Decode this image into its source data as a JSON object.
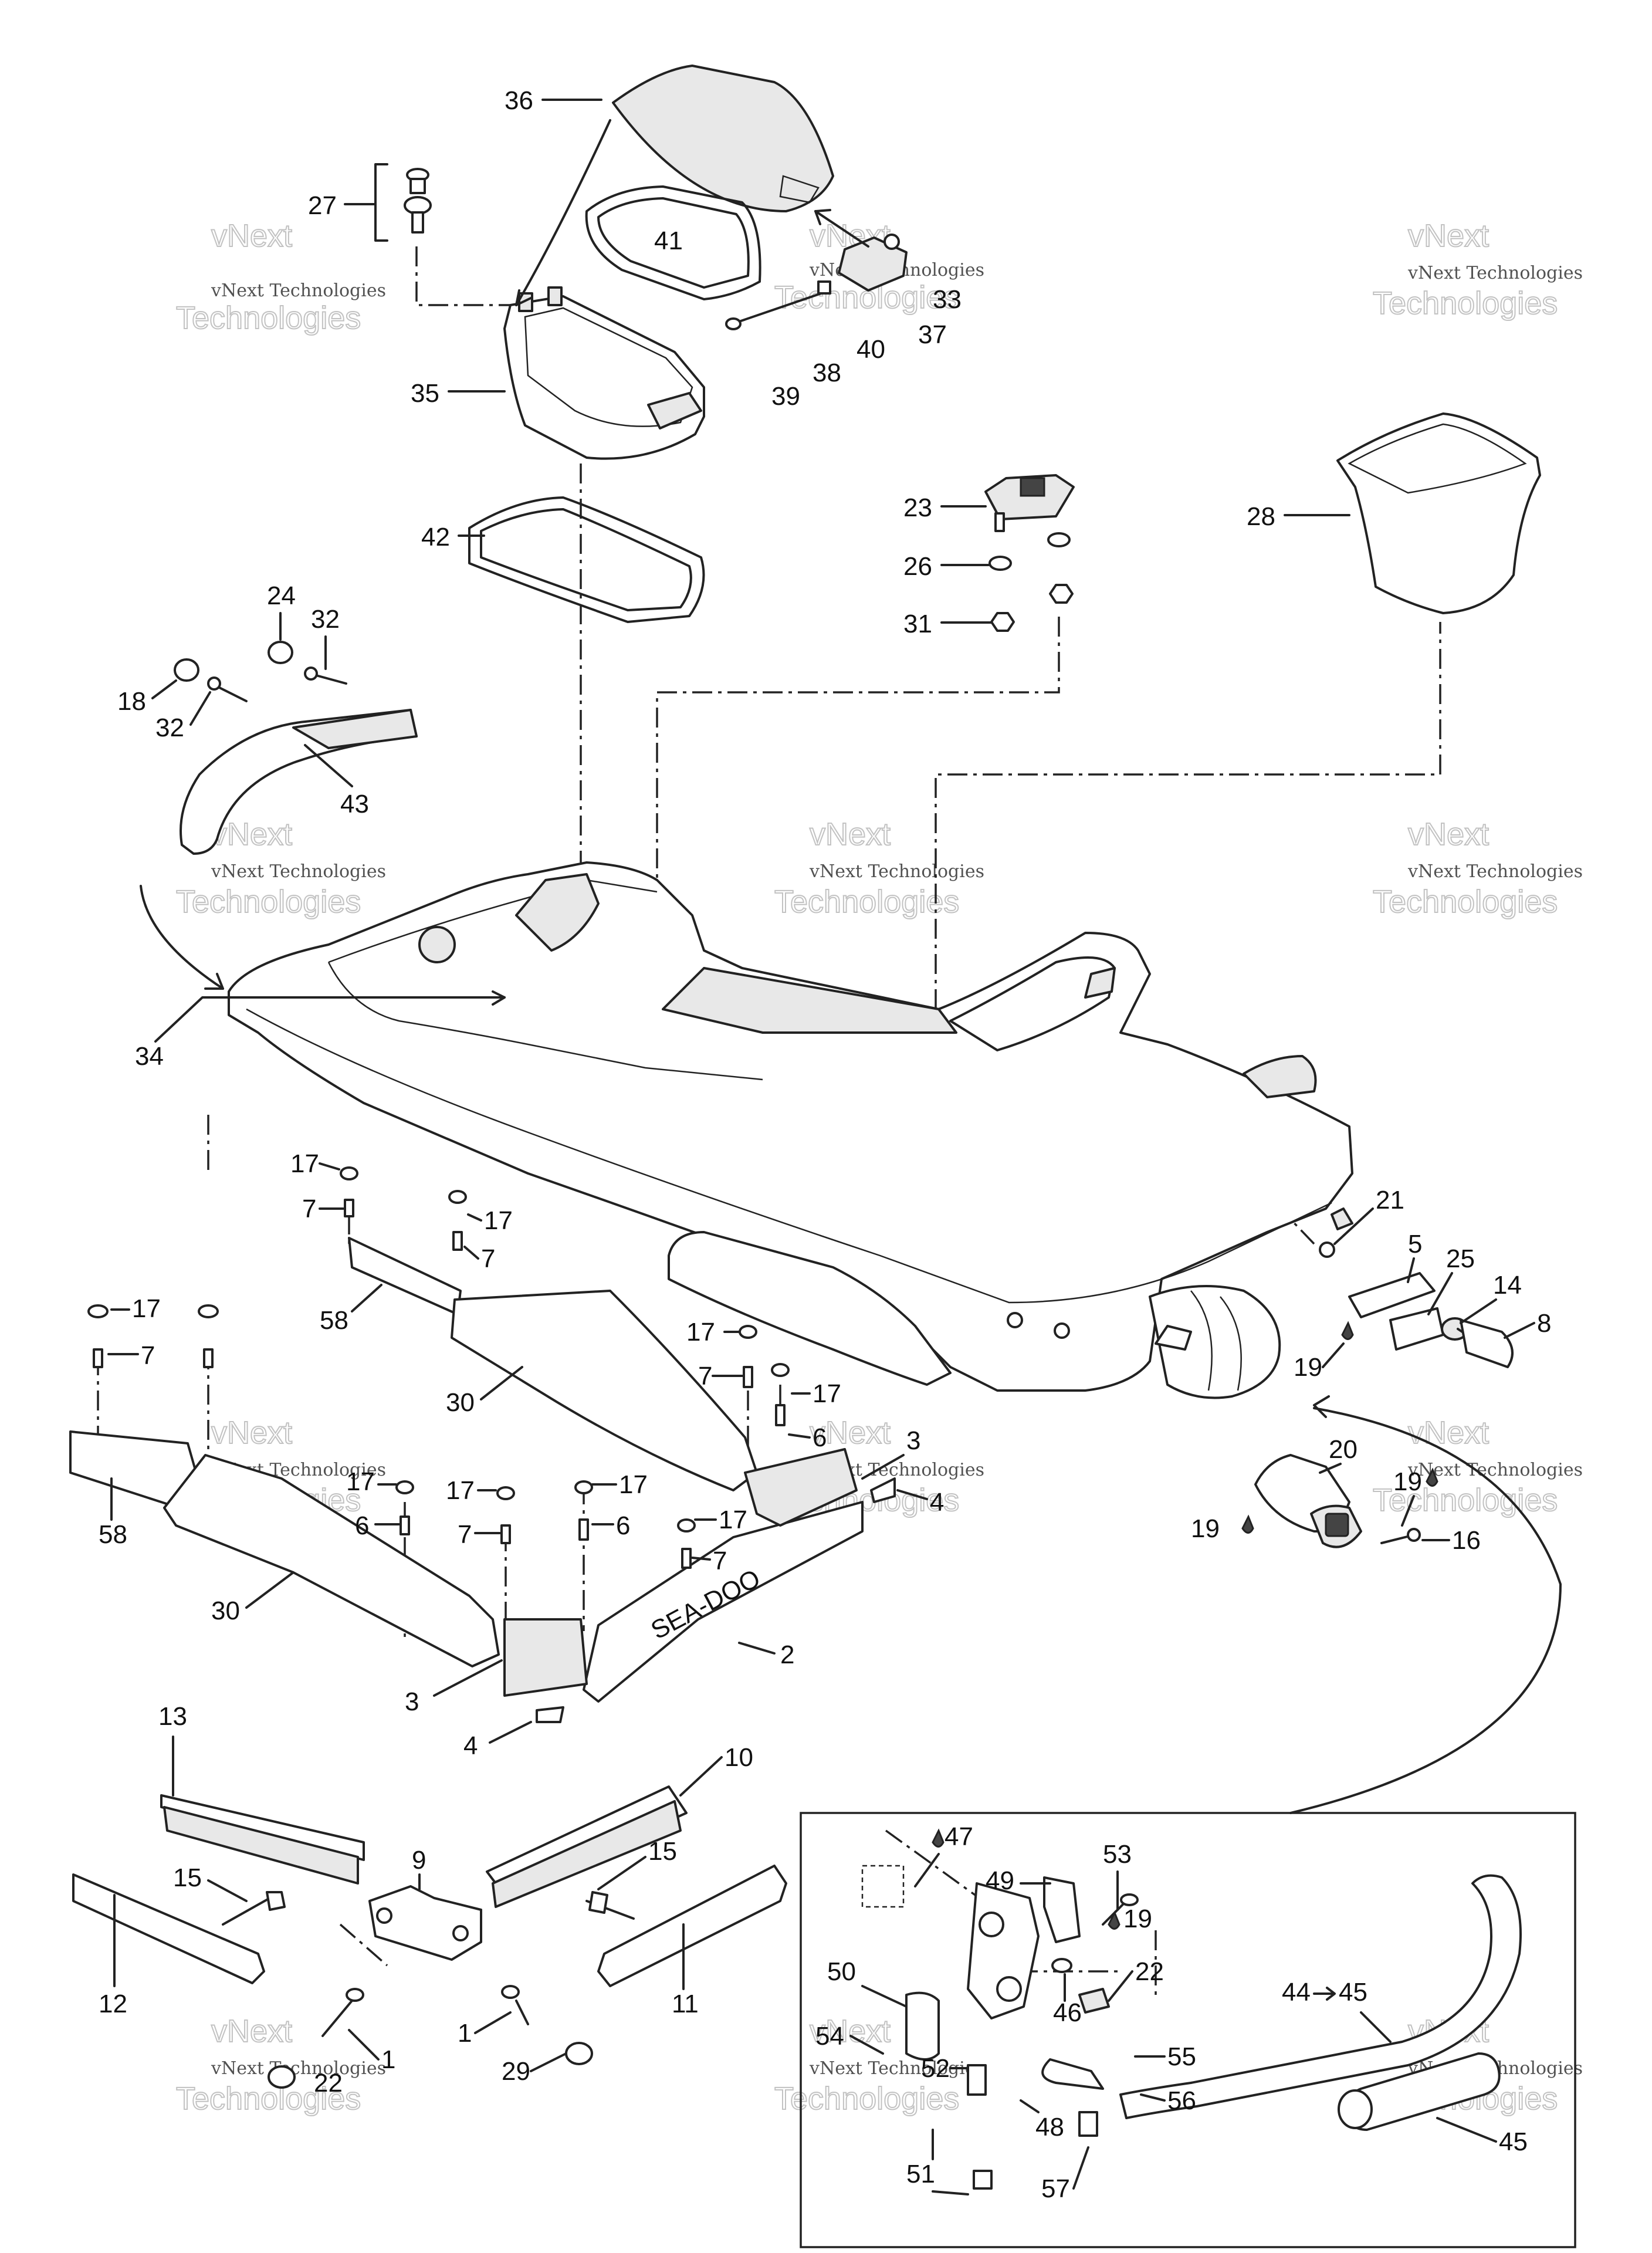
{
  "watermark": {
    "line1": "vNext",
    "line2": "vNext Technologies",
    "line3": "Technologies"
  },
  "hull_brand": "SEA-DOO",
  "callouts": [
    {
      "id": "c36",
      "text": "36"
    },
    {
      "id": "c27",
      "text": "27"
    },
    {
      "id": "c41",
      "text": "41"
    },
    {
      "id": "c33",
      "text": "33"
    },
    {
      "id": "c37",
      "text": "37"
    },
    {
      "id": "c40",
      "text": "40"
    },
    {
      "id": "c38",
      "text": "38"
    },
    {
      "id": "c39",
      "text": "39"
    },
    {
      "id": "c35",
      "text": "35"
    },
    {
      "id": "c42",
      "text": "42"
    },
    {
      "id": "c23",
      "text": "23"
    },
    {
      "id": "c26",
      "text": "26"
    },
    {
      "id": "c31",
      "text": "31"
    },
    {
      "id": "c28",
      "text": "28"
    },
    {
      "id": "c24",
      "text": "24"
    },
    {
      "id": "c32a",
      "text": "32"
    },
    {
      "id": "c18",
      "text": "18"
    },
    {
      "id": "c32b",
      "text": "32"
    },
    {
      "id": "c43",
      "text": "43"
    },
    {
      "id": "c34",
      "text": "34"
    },
    {
      "id": "c17a",
      "text": "17"
    },
    {
      "id": "c7a",
      "text": "7"
    },
    {
      "id": "c17b",
      "text": "17"
    },
    {
      "id": "c7b",
      "text": "7"
    },
    {
      "id": "c58a",
      "text": "58"
    },
    {
      "id": "c17c",
      "text": "17"
    },
    {
      "id": "c7c",
      "text": "7"
    },
    {
      "id": "c30a",
      "text": "30"
    },
    {
      "id": "c17d",
      "text": "17"
    },
    {
      "id": "c7d",
      "text": "7"
    },
    {
      "id": "c17e",
      "text": "17"
    },
    {
      "id": "c6a",
      "text": "6"
    },
    {
      "id": "c3a",
      "text": "3"
    },
    {
      "id": "c4a",
      "text": "4"
    },
    {
      "id": "c58b",
      "text": "58"
    },
    {
      "id": "c17f",
      "text": "17"
    },
    {
      "id": "c6b",
      "text": "6"
    },
    {
      "id": "c17g",
      "text": "17"
    },
    {
      "id": "c7e",
      "text": "7"
    },
    {
      "id": "c17h",
      "text": "17"
    },
    {
      "id": "c6c",
      "text": "6"
    },
    {
      "id": "c17i",
      "text": "17"
    },
    {
      "id": "c7f",
      "text": "7"
    },
    {
      "id": "c30b",
      "text": "30"
    },
    {
      "id": "c2",
      "text": "2"
    },
    {
      "id": "c3b",
      "text": "3"
    },
    {
      "id": "c4b",
      "text": "4"
    },
    {
      "id": "c21",
      "text": "21"
    },
    {
      "id": "c5",
      "text": "5"
    },
    {
      "id": "c25",
      "text": "25"
    },
    {
      "id": "c14",
      "text": "14"
    },
    {
      "id": "c8",
      "text": "8"
    },
    {
      "id": "c19a",
      "text": "19"
    },
    {
      "id": "c20",
      "text": "20"
    },
    {
      "id": "c19b",
      "text": "19"
    },
    {
      "id": "c19c",
      "text": "19"
    },
    {
      "id": "c16",
      "text": "16"
    },
    {
      "id": "c13",
      "text": "13"
    },
    {
      "id": "c10",
      "text": "10"
    },
    {
      "id": "c9",
      "text": "9"
    },
    {
      "id": "c15a",
      "text": "15"
    },
    {
      "id": "c15b",
      "text": "15"
    },
    {
      "id": "c12",
      "text": "12"
    },
    {
      "id": "c11",
      "text": "11"
    },
    {
      "id": "c1a",
      "text": "1"
    },
    {
      "id": "c1b",
      "text": "1"
    },
    {
      "id": "c29",
      "text": "29"
    },
    {
      "id": "c22a",
      "text": "22"
    },
    {
      "id": "c47",
      "text": "47"
    },
    {
      "id": "c53",
      "text": "53"
    },
    {
      "id": "c49",
      "text": "49"
    },
    {
      "id": "c19d",
      "text": "19"
    },
    {
      "id": "c22b",
      "text": "22"
    },
    {
      "id": "c46",
      "text": "46"
    },
    {
      "id": "c50",
      "text": "50"
    },
    {
      "id": "c54",
      "text": "54"
    },
    {
      "id": "c52",
      "text": "52"
    },
    {
      "id": "c55",
      "text": "55"
    },
    {
      "id": "c56",
      "text": "56"
    },
    {
      "id": "c48",
      "text": "48"
    },
    {
      "id": "c51",
      "text": "51"
    },
    {
      "id": "c57",
      "text": "57"
    },
    {
      "id": "c44",
      "text": "44"
    },
    {
      "id": "c45a",
      "text": "45"
    },
    {
      "id": "c45b",
      "text": "45"
    }
  ]
}
